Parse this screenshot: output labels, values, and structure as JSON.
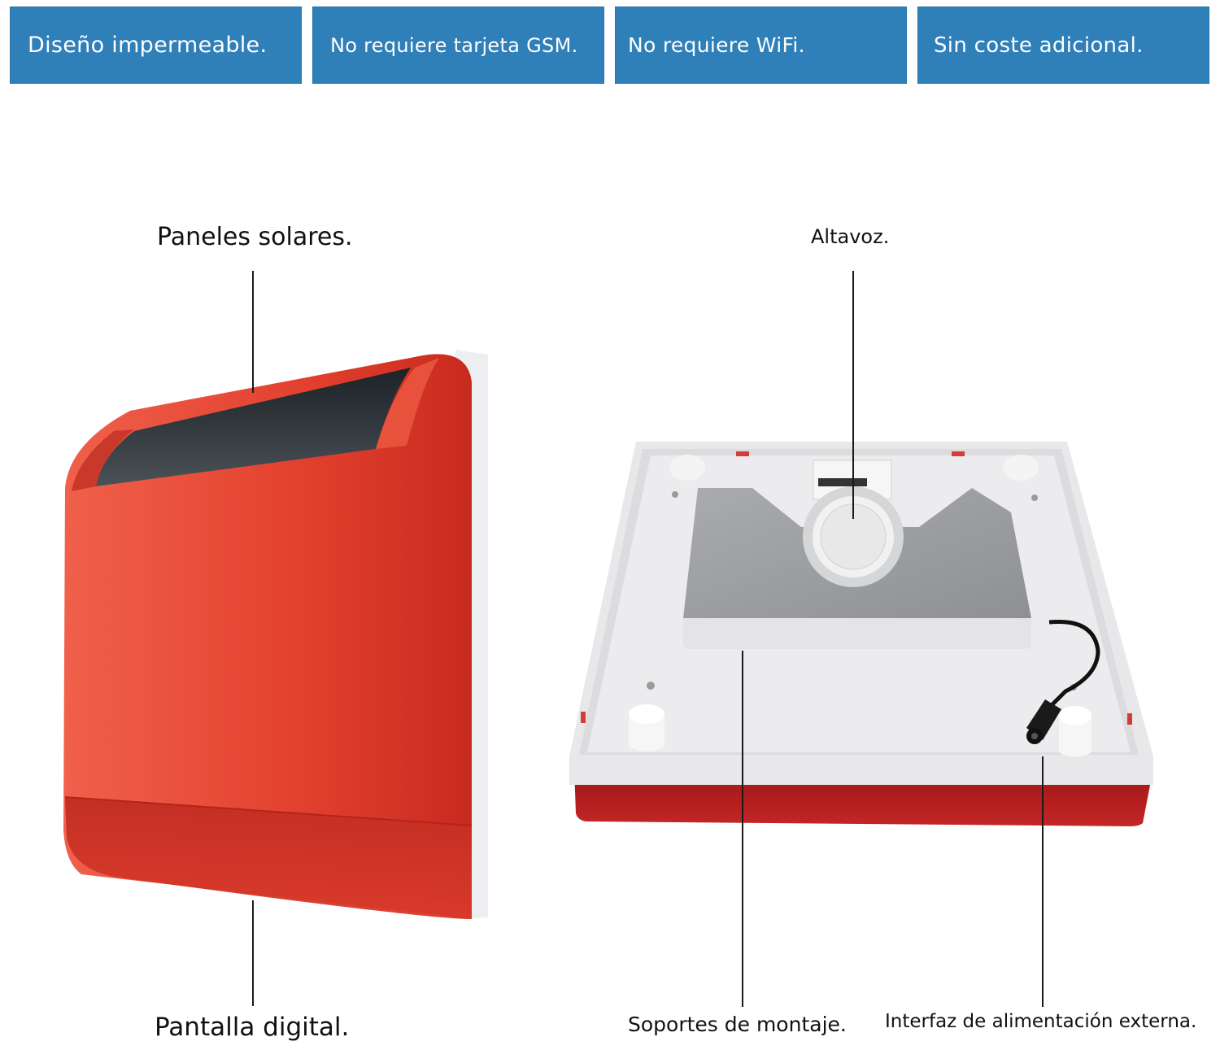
{
  "badges": [
    {
      "text": "Diseño impermeable."
    },
    {
      "text": "No requiere tarjeta GSM."
    },
    {
      "text": "No requiere WiFi."
    },
    {
      "text": "Sin coste adicional."
    }
  ],
  "callouts": {
    "solar_panels": "Paneles solares.",
    "speaker": "Altavoz.",
    "digital_display": "Pantalla digital.",
    "mounting_brackets": "Soportes de montaje.",
    "external_power": "Interfaz de alimentación externa."
  },
  "colors": {
    "badge_blue": "#2f7fb8",
    "siren_red": "#d93a2b",
    "housing_grey": "#e6e6e8"
  }
}
